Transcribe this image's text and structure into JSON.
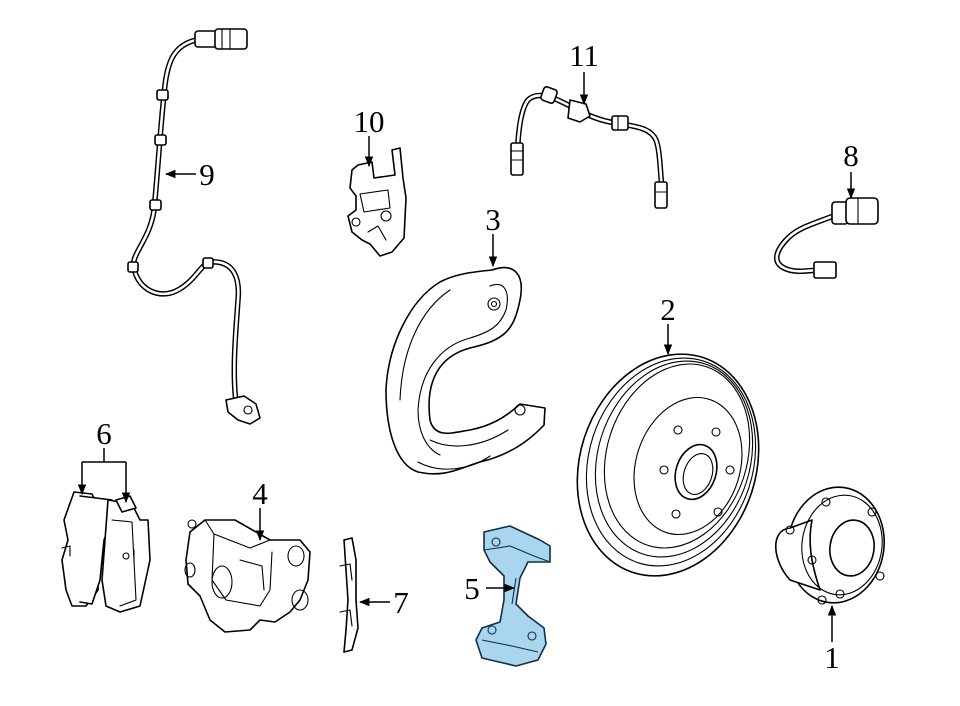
{
  "colors": {
    "line": "#000000",
    "background": "#ffffff",
    "highlight_fill": "#a9d5ee",
    "highlight_stroke": "#123048"
  },
  "callouts": [
    {
      "id": "1",
      "label": "1"
    },
    {
      "id": "2",
      "label": "2"
    },
    {
      "id": "3",
      "label": "3"
    },
    {
      "id": "4",
      "label": "4"
    },
    {
      "id": "5",
      "label": "5",
      "highlighted": true
    },
    {
      "id": "6",
      "label": "6"
    },
    {
      "id": "7",
      "label": "7"
    },
    {
      "id": "8",
      "label": "8"
    },
    {
      "id": "9",
      "label": "9"
    },
    {
      "id": "10",
      "label": "10"
    },
    {
      "id": "11",
      "label": "11"
    }
  ]
}
